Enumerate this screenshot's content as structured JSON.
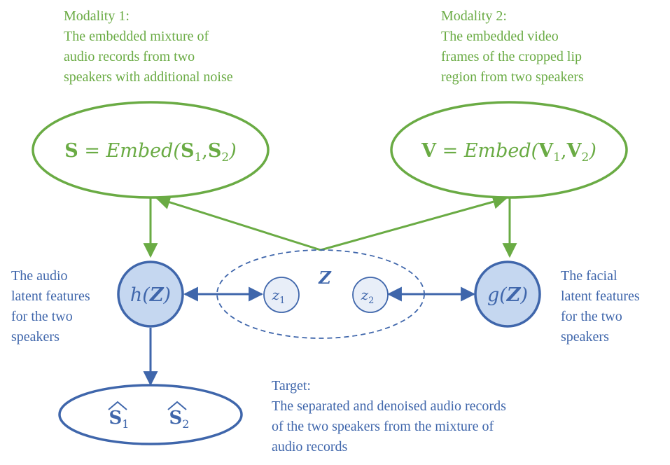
{
  "colors": {
    "green": "#6aab44",
    "blue": "#3f66ab",
    "node_fill": "#c5d7f0",
    "small_node_fill": "#e8eef8"
  },
  "modality1": {
    "title": "Modality 1:",
    "lines": [
      "The embedded mixture of",
      "audio records from two",
      "speakers with additional noise"
    ]
  },
  "modality2": {
    "title": "Modality 2:",
    "lines": [
      "The embedded video",
      "frames of the cropped lip",
      "region from two speakers"
    ]
  },
  "audio_latent": {
    "lines": [
      "The audio",
      "latent features",
      "for the two",
      "speakers"
    ]
  },
  "facial_latent": {
    "lines": [
      "The facial",
      "latent features",
      "for the two",
      "speakers"
    ]
  },
  "target": {
    "title": "Target:",
    "lines": [
      "The separated and denoised audio records",
      "of the two speakers from the mixture of",
      "audio records"
    ]
  },
  "nodes": {
    "S_node": {
      "lhs": "S",
      "eq": " = ",
      "fn": "Embed(",
      "a1": "S",
      "s1": "1",
      "comma": ",",
      "a2": "S",
      "s2": "2",
      "close": ")"
    },
    "V_node": {
      "lhs": "V",
      "eq": " = ",
      "fn": "Embed(",
      "a1": "V",
      "s1": "1",
      "comma": ",",
      "a2": "V",
      "s2": "2",
      "close": ")"
    },
    "h_node": {
      "fn": "h(",
      "arg": "Z",
      "close": ")"
    },
    "g_node": {
      "fn": "g(",
      "arg": "Z",
      "close": ")"
    },
    "Z_label": "Z",
    "z1": {
      "base": "z",
      "sub": "1"
    },
    "z2": {
      "base": "z",
      "sub": "2"
    },
    "output": {
      "s1_base": "S",
      "s1_sub": "1",
      "s2_base": "S",
      "s2_sub": "2"
    }
  }
}
